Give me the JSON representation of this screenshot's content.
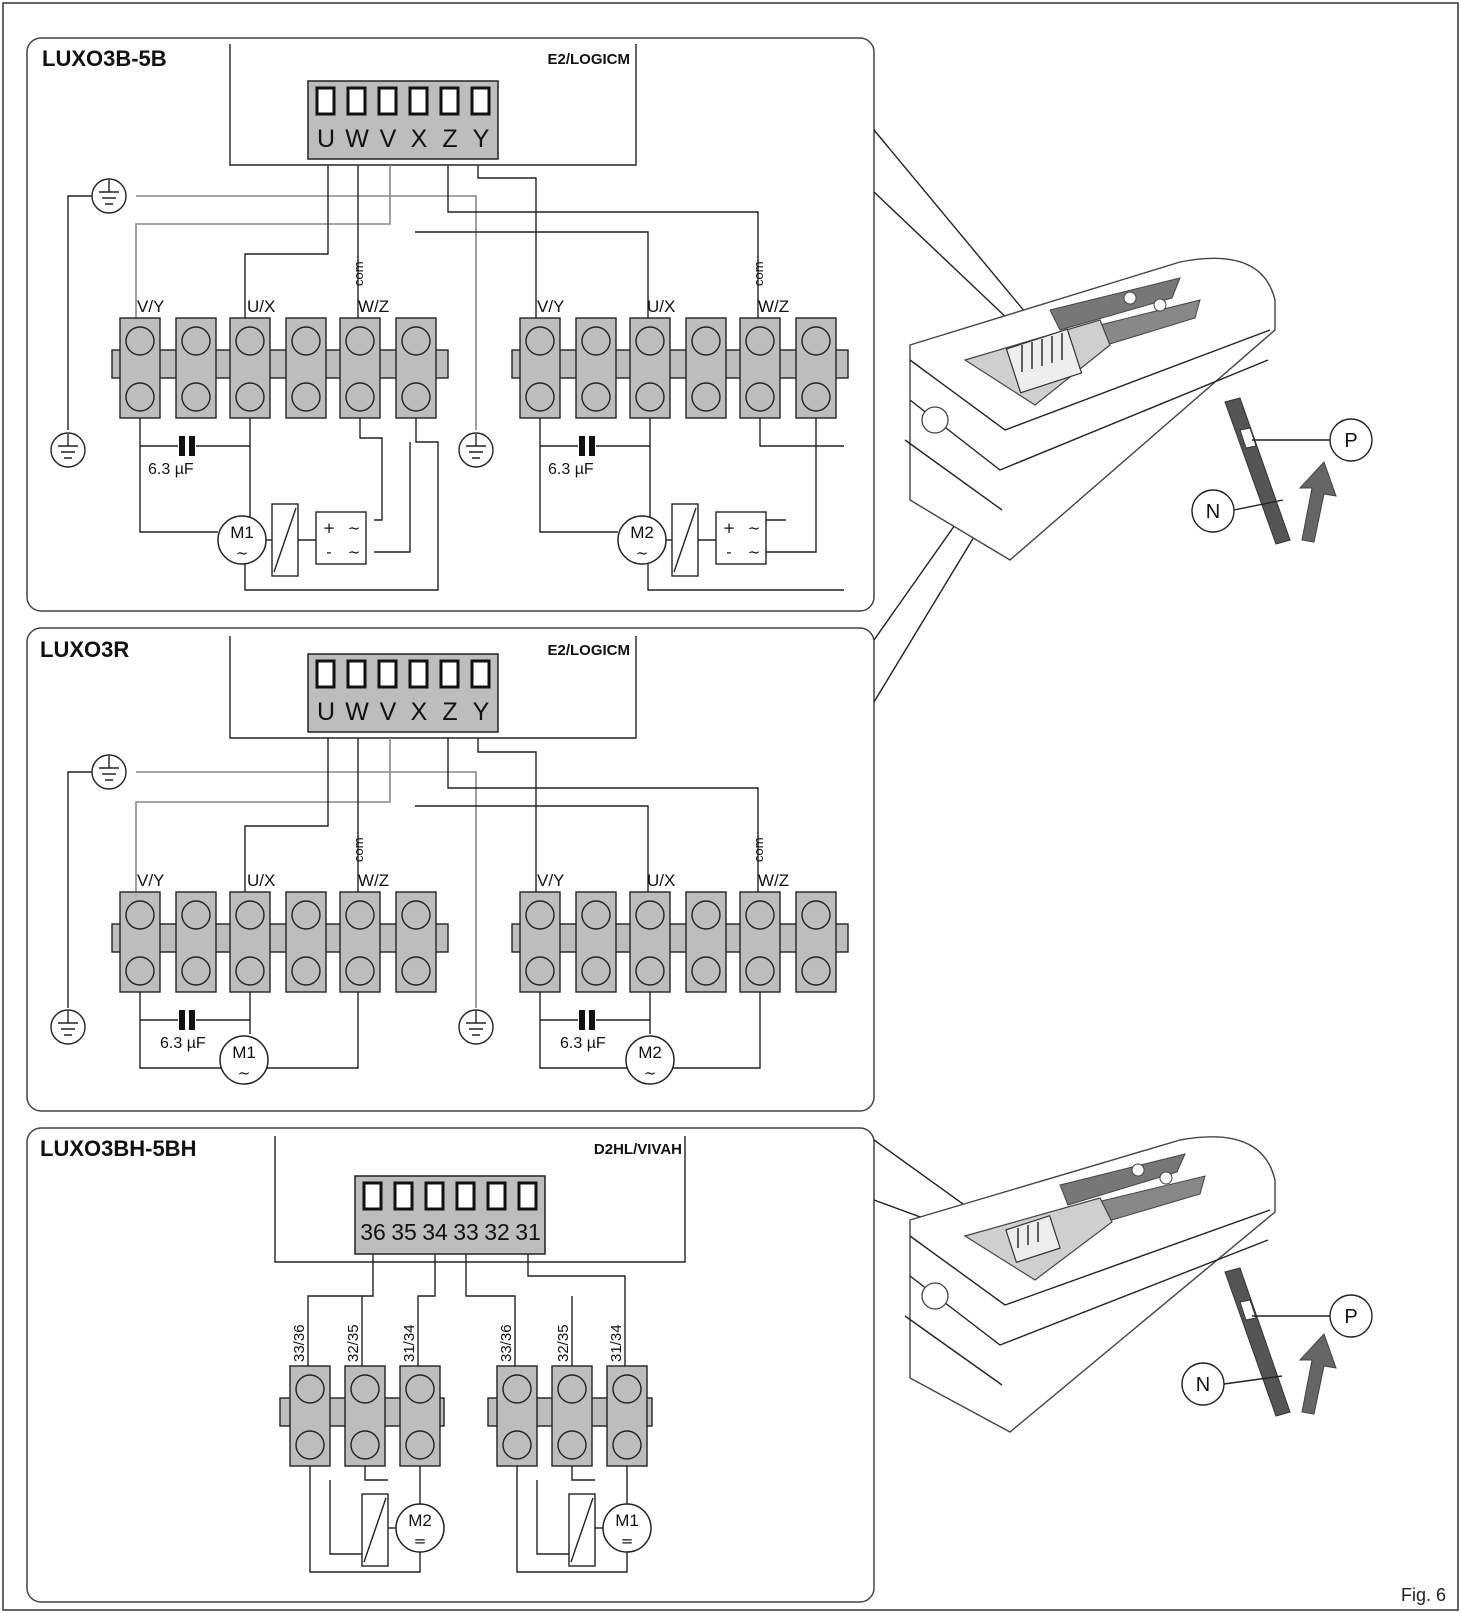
{
  "figure_label": "Fig. 6",
  "panels": [
    {
      "title": "LUXO3B-5B",
      "controller": "E2/LOGICM",
      "terminals": [
        "U",
        "W",
        "V",
        "X",
        "Z",
        "Y"
      ],
      "strip_positions": [
        "V/Y",
        "U/X",
        "W/Z"
      ],
      "com_label": "com",
      "capacitor": "6.3 µF",
      "motors": [
        "M1",
        "M2"
      ],
      "motor_symbol": "~",
      "rectifier_symbols": [
        "+",
        "~",
        "-",
        "~"
      ]
    },
    {
      "title": "LUXO3R",
      "controller": "E2/LOGICM",
      "terminals": [
        "U",
        "W",
        "V",
        "X",
        "Z",
        "Y"
      ],
      "strip_positions": [
        "V/Y",
        "U/X",
        "W/Z"
      ],
      "com_label": "com",
      "capacitor": "6.3 µF",
      "motors": [
        "M1",
        "M2"
      ],
      "motor_symbol": "~"
    },
    {
      "title": "LUXO3BH-5BH",
      "controller": "D2HL/VIVAH",
      "terminals": [
        "36",
        "35",
        "34",
        "33",
        "32",
        "31"
      ],
      "strip_positions": [
        "33/36",
        "32/35",
        "31/34"
      ],
      "motors": [
        "M2",
        "M1"
      ],
      "motor_symbol": "="
    }
  ],
  "callouts": [
    "P",
    "N",
    "P",
    "N"
  ]
}
